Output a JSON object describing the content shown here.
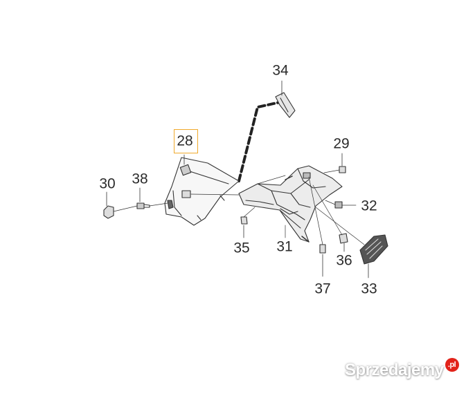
{
  "labels": {
    "p34": "34",
    "p28": "28",
    "p29": "29",
    "p30": "30",
    "p38": "38",
    "p32": "32",
    "p35": "35",
    "p31": "31",
    "p36": "36",
    "p37": "37",
    "p33": "33"
  },
  "highlighted_part": "28",
  "watermark": {
    "text": "Sprzedajemy",
    "suffix": ".pl"
  },
  "colors": {
    "highlight": "#f0a92a",
    "watermark_dot": "#e2231a",
    "line": "#333333"
  }
}
